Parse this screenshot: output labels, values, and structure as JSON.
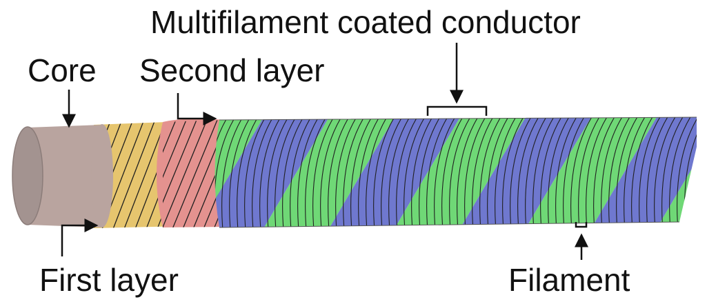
{
  "labels": {
    "multifilament": "Multifilament coated conductor",
    "core": "Core",
    "second_layer": "Second layer",
    "first_layer": "First layer",
    "filament": "Filament"
  },
  "colors": {
    "core": "#b9a49f",
    "core_end": "#a39390",
    "first_layer": "#e6c56e",
    "second_layer": "#e4928f",
    "green": "#6fd876",
    "blue": "#6f78cf",
    "stripe": "#1f1f1f",
    "text": "#111111"
  }
}
